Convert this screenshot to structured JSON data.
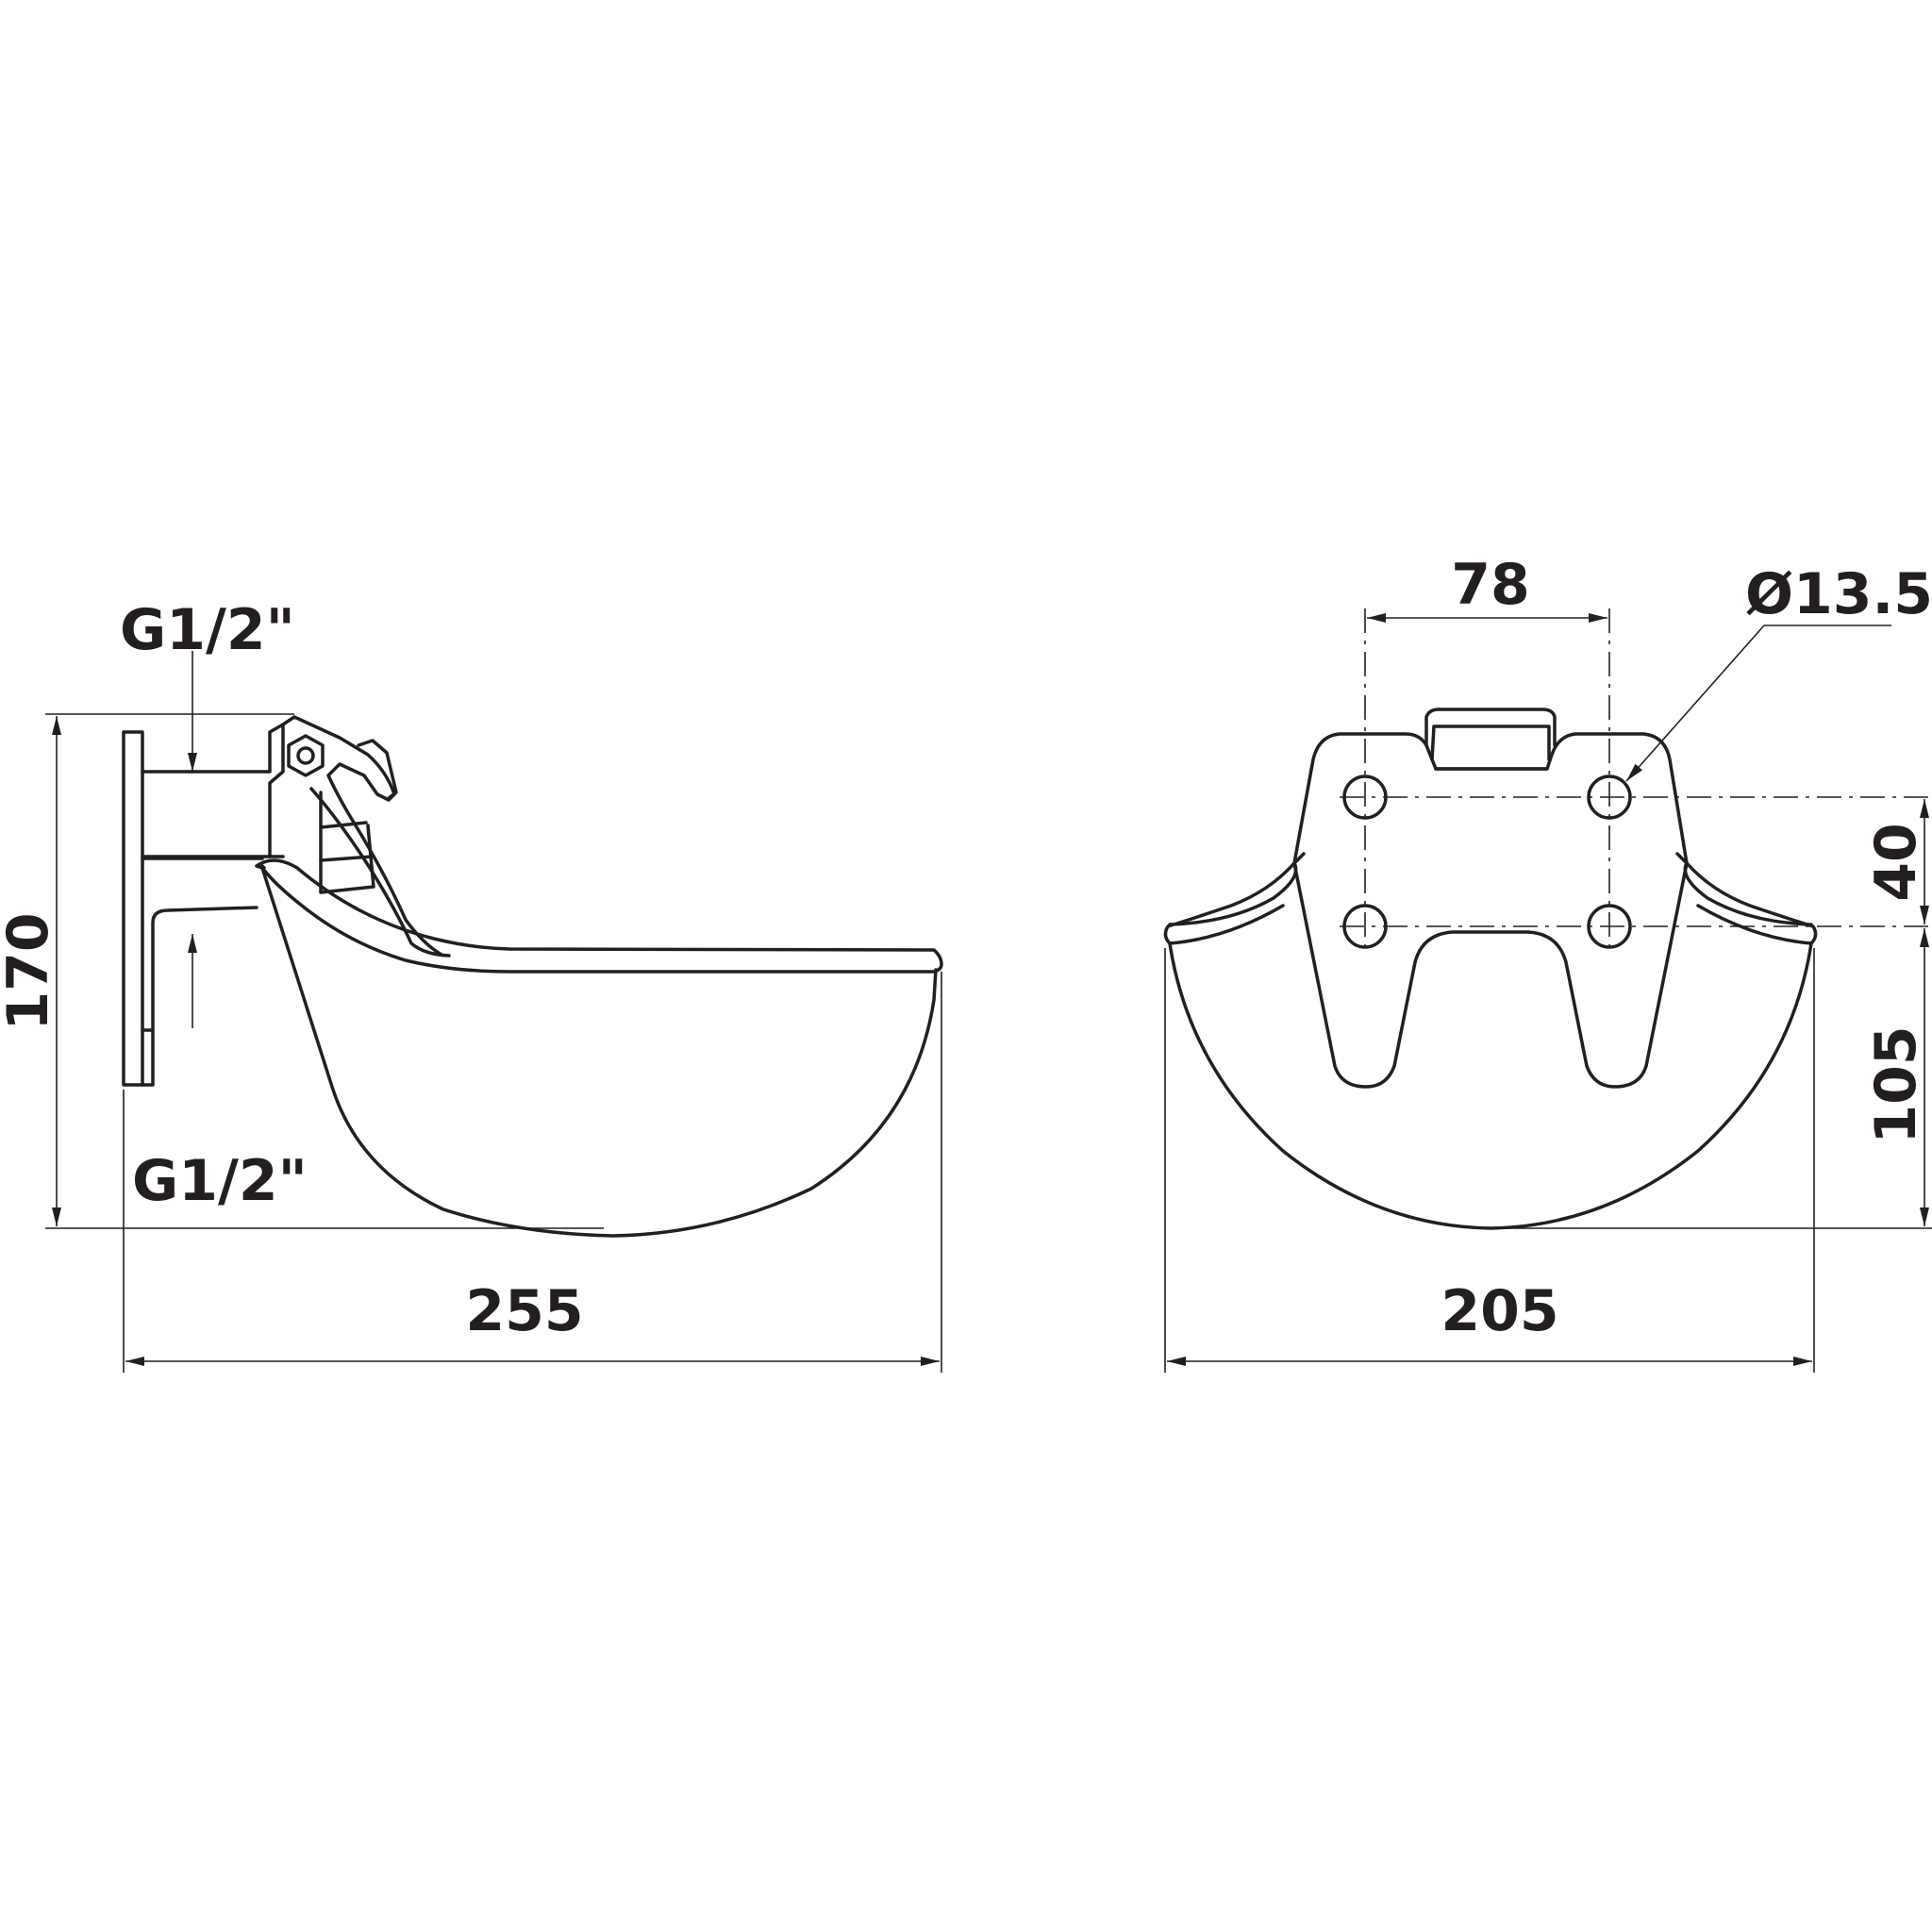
{
  "side_view": {
    "thread_top_label": "G1/2\"",
    "thread_bottom_label": "G1/2\"",
    "height_label": "170",
    "width_label": "255"
  },
  "front_view": {
    "hole_spacing_horizontal_label": "78",
    "hole_diameter_label": "Ø13.5",
    "hole_spacing_vertical_label": "40",
    "lower_height_label": "105",
    "width_label": "205"
  },
  "colors": {
    "line": "#231f20",
    "background": "#ffffff"
  }
}
